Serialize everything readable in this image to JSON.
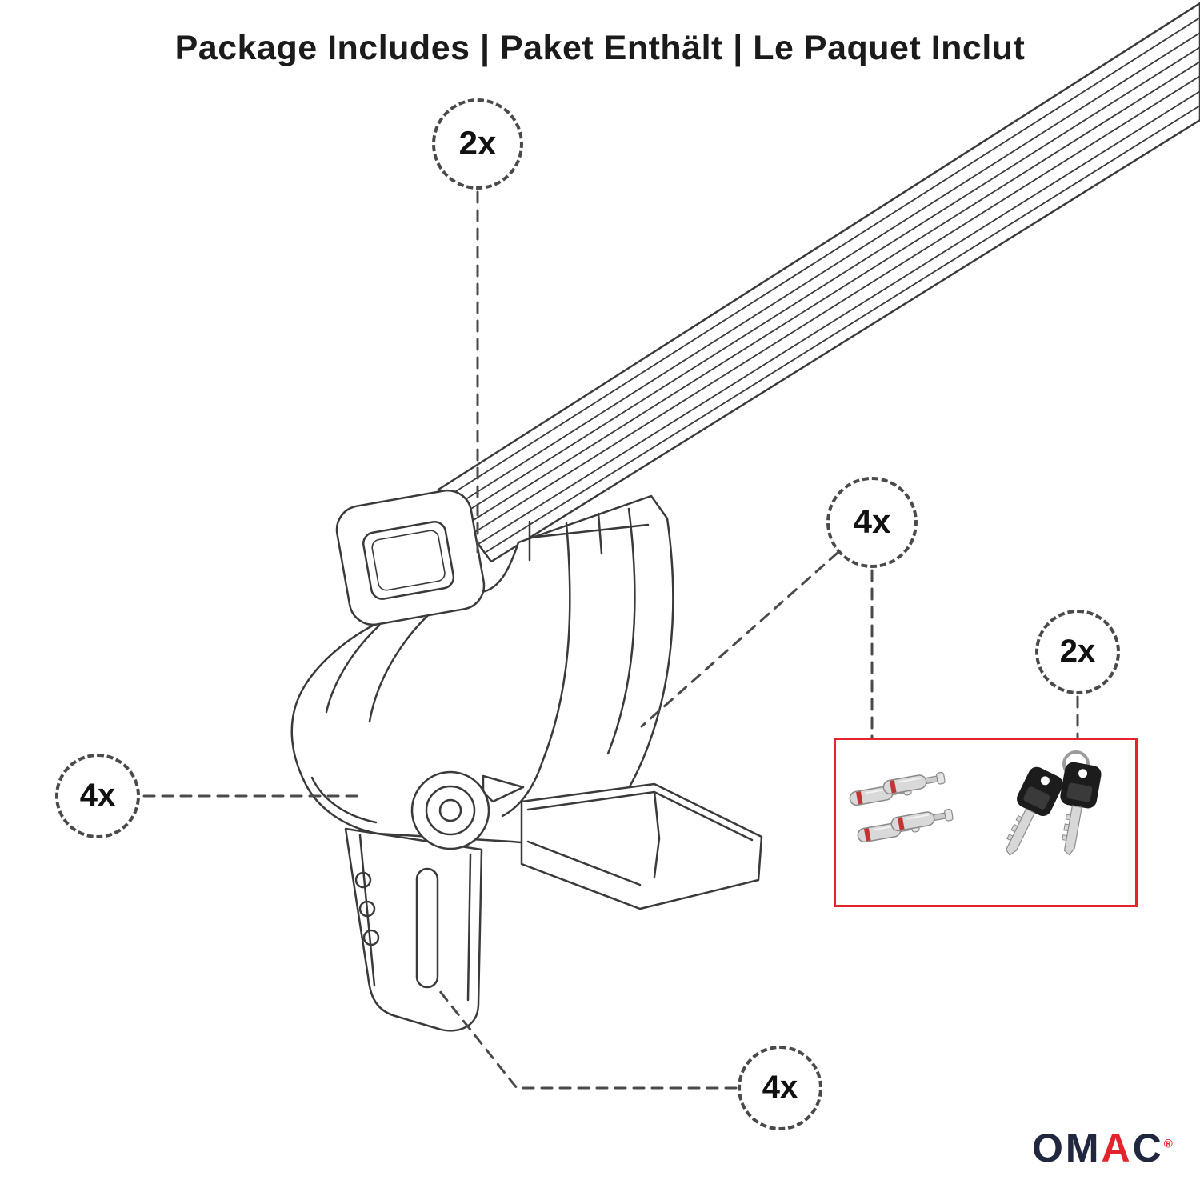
{
  "title": "Package Includes | Paket Enthält | Le Paquet Inclut",
  "callouts": {
    "crossbar": {
      "label": "2x"
    },
    "lock_bolts": {
      "label": "4x"
    },
    "keys": {
      "label": "2x"
    },
    "foot": {
      "label": "4x"
    },
    "clamp": {
      "label": "4x"
    }
  },
  "hardware_box": {
    "contents": [
      "four lock cylinders",
      "two keys"
    ]
  },
  "brand": {
    "om": "OM",
    "a": "A",
    "c": "C",
    "registered": "®"
  },
  "colors": {
    "accent_red": "#e5232d",
    "line": "#3a3a3a",
    "dash": "#4a4a4a",
    "navy": "#20273f"
  }
}
